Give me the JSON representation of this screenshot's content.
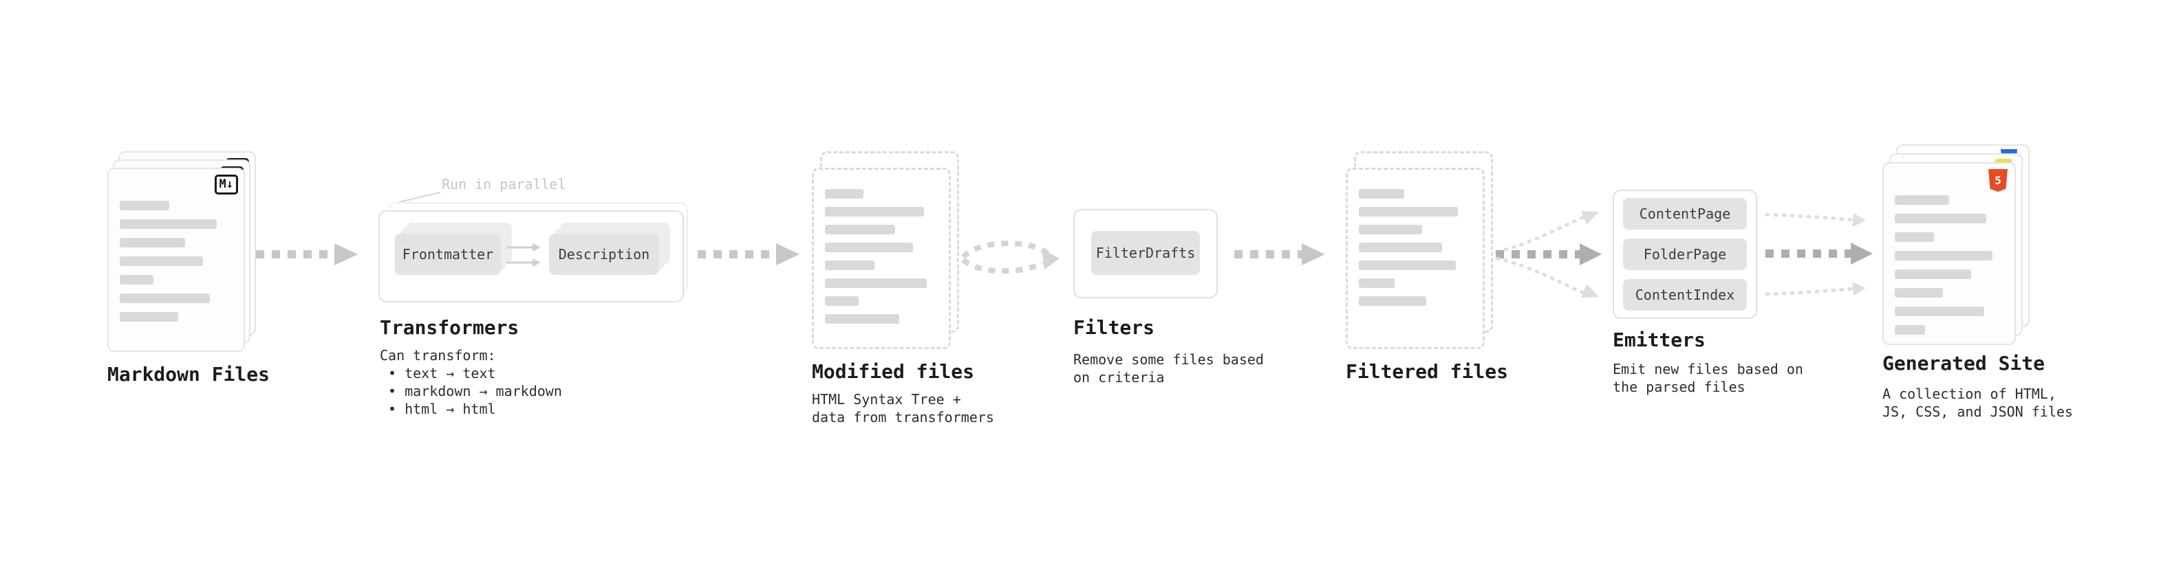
{
  "stages": {
    "markdown_files": {
      "title": "Markdown Files"
    },
    "transformers": {
      "title": "Transformers",
      "annotation": "Run in parallel",
      "chips": {
        "frontmatter": "Frontmatter",
        "description": "Description"
      },
      "desc": {
        "heading": "Can transform:",
        "items": [
          "• text → text",
          "• markdown → markdown",
          "• html → html"
        ]
      }
    },
    "modified_files": {
      "title": "Modified files",
      "desc_lines": [
        "HTML Syntax Tree +",
        "data from transformers"
      ]
    },
    "filters": {
      "title": "Filters",
      "chips": {
        "filter_drafts": "FilterDrafts"
      },
      "desc_lines": [
        "Remove some files based",
        "on criteria"
      ]
    },
    "filtered_files": {
      "title": "Filtered files"
    },
    "emitters": {
      "title": "Emitters",
      "chips": {
        "content_page": "ContentPage",
        "folder_page": "FolderPage",
        "content_index": "ContentIndex"
      },
      "desc_lines": [
        "Emit new files based on",
        "the parsed files"
      ]
    },
    "generated_site": {
      "title": "Generated Site",
      "desc_lines": [
        "A collection of HTML,",
        "JS, CSS, and JSON files"
      ]
    }
  },
  "icons": {
    "markdown_badge": "M↓",
    "html5_badge": "5",
    "js_badge": "JS"
  },
  "colors": {
    "arrow": "#c7c7c7",
    "arrow_bold": "#aeaeae",
    "arrow_light": "#dedede",
    "card_border": "#e4e4e4",
    "content_bar": "#d9d9d9",
    "chip_bg": "#e3e3e3",
    "html5_orange": "#e44d26",
    "js_yellow": "#f0db4f",
    "css_blue": "#2965f1"
  }
}
